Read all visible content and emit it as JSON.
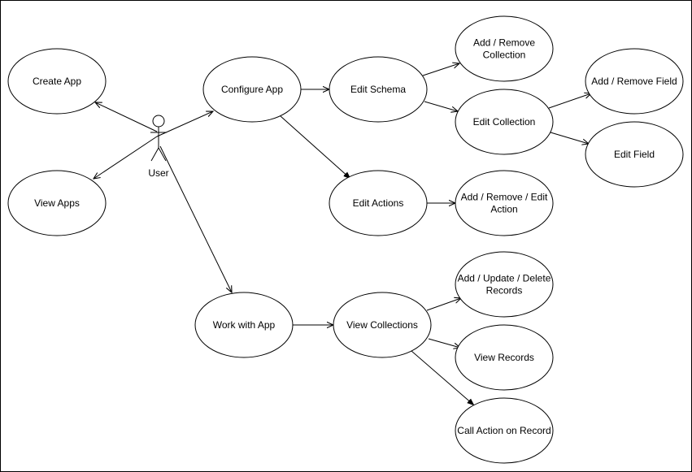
{
  "actor": {
    "label": "User"
  },
  "nodes": {
    "create_app": {
      "lines": [
        "Create App"
      ]
    },
    "view_apps": {
      "lines": [
        "View Apps"
      ]
    },
    "configure_app": {
      "lines": [
        "Configure App"
      ]
    },
    "edit_schema": {
      "lines": [
        "Edit Schema"
      ]
    },
    "add_remove_collection": {
      "lines": [
        "Add / Remove",
        "Collection"
      ]
    },
    "edit_collection": {
      "lines": [
        "Edit Collection"
      ]
    },
    "add_remove_field": {
      "lines": [
        "Add / Remove Field"
      ]
    },
    "edit_field": {
      "lines": [
        "Edit Field"
      ]
    },
    "edit_actions": {
      "lines": [
        "Edit Actions"
      ]
    },
    "add_remove_edit_action": {
      "lines": [
        "Add / Remove / Edit",
        "Action"
      ]
    },
    "work_with_app": {
      "lines": [
        "Work with App"
      ]
    },
    "view_collections": {
      "lines": [
        "View Collections"
      ]
    },
    "add_update_delete_records": {
      "lines": [
        "Add / Update / Delete",
        "Records"
      ]
    },
    "view_records": {
      "lines": [
        "View Records"
      ]
    },
    "call_action_on_record": {
      "lines": [
        "Call Action on Record"
      ]
    }
  },
  "colors": {
    "stroke": "#000000",
    "fill": "#ffffff",
    "background": "#ffffff"
  }
}
